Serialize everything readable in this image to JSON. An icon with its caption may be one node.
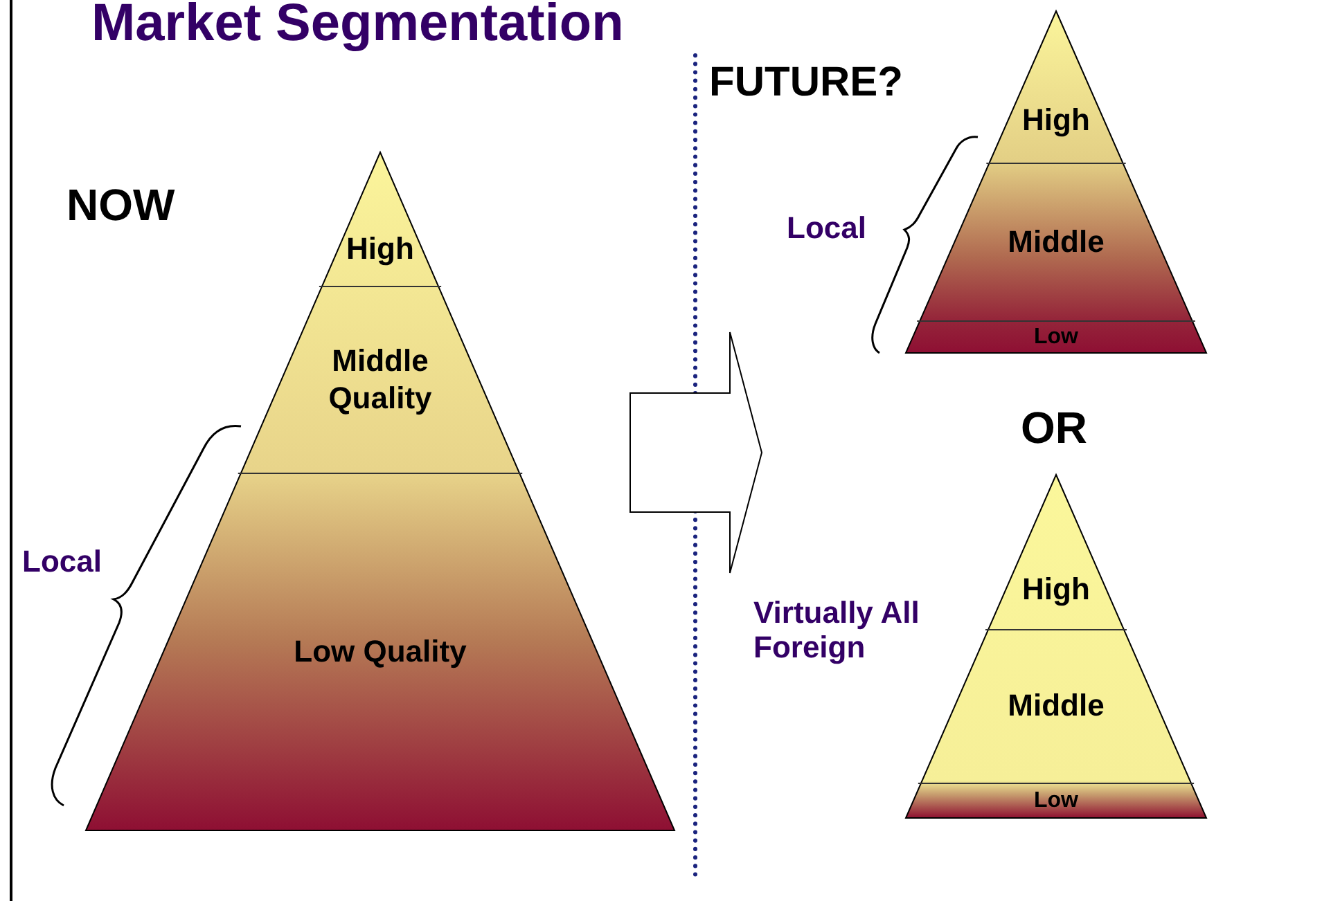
{
  "diagram": {
    "title": "Market Segmentation",
    "nodes": [
      {
        "text": [],
        "shape": "triangle"
      },
      {
        "text": [
          "High"
        ],
        "in": 0
      },
      {
        "text": [
          "Middle Quality"
        ],
        "in": 0
      },
      {
        "text": [
          "Low Quality"
        ],
        "in": 0
      },
      {
        "text": [],
        "shape": "triangle"
      },
      {
        "text": [
          "High"
        ],
        "in": 4
      },
      {
        "text": [
          "Middle"
        ],
        "in": 4
      },
      {
        "text": [
          "Low"
        ],
        "in": 4
      },
      {
        "text": [],
        "shape": "triangle"
      },
      {
        "text": [
          "High"
        ],
        "in": 8
      },
      {
        "text": [
          "Middle"
        ],
        "in": 8
      },
      {
        "text": [
          "Low"
        ],
        "in": 8
      }
    ],
    "labels": [
      "NOW",
      "FUTURE?",
      "Local",
      "OR",
      "Local",
      "Virtually All Foreign"
    ]
  }
}
